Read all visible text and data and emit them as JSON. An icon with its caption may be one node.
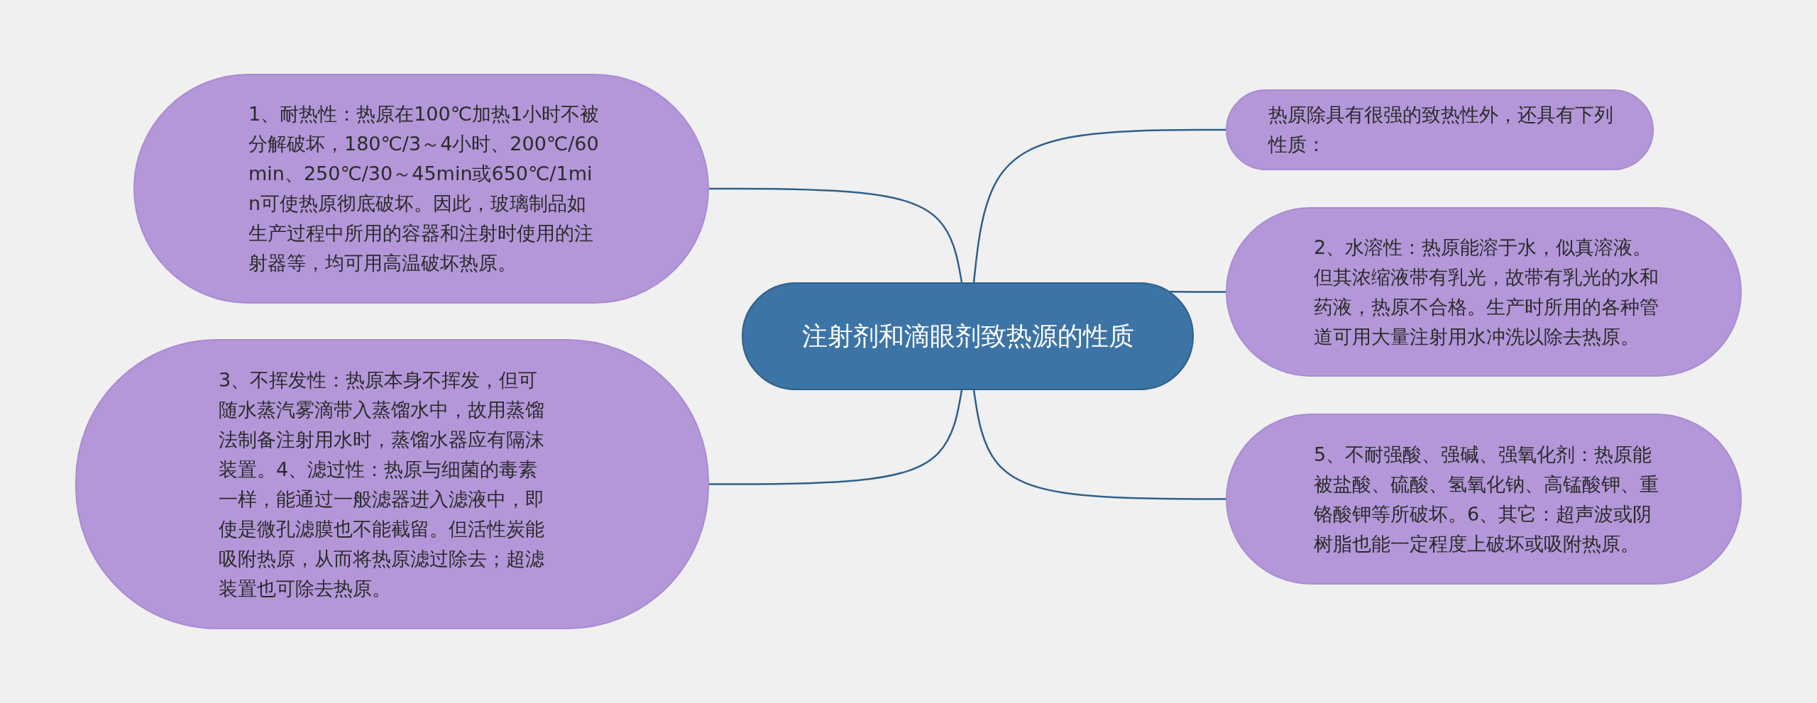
{
  "diagram": {
    "nodes": [
      {
        "text": [
          "注射剂和滴眼剂致热源的性质"
        ]
      },
      {
        "text": [
          "1、耐热性：热原在100℃加热1小时不被分解破坏，180℃/3～4小时、200℃/60min、250℃/30～45min或650℃/1min可使热原彻底破坏。因此，玻璃制品如生产过程中所用的容器和注射时使用的注射器等，均可用高温破坏热原。"
        ]
      },
      {
        "text": [
          "热原除具有很强的致热性外，还具有下列性质："
        ]
      },
      {
        "text": [
          "2、水溶性：热原能溶于水，似真溶液。但其浓缩液带有乳光，故带有乳光的水和药液，热原不合格。生产时所用的各种管道可用大量注射用水冲洗以除去热原。"
        ]
      },
      {
        "text": [
          "3、不挥发性：热原本身不挥发，但可随水蒸汽雾滴带入蒸馏水中，故用蒸馏法制备注射用水时，蒸馏水器应有隔沫装置。4、滤过性：热原与细菌的毒素一样，能通过一般滤器进入滤液中，即使是微孔滤膜也不能截留。但活性炭能吸附热原，从而将热原滤过除去；超滤装置也可除去热原。"
        ]
      },
      {
        "text": [
          "5、不耐强酸、强碱、强氧化剂：热原能被盐酸、硫酸、氢氧化钠、高锰酸钾、重铬酸钾等所破坏。6、其它：超声波或阴树脂也能一定程度上破坏或吸附热原。"
        ]
      }
    ],
    "edges": [
      {
        "from": 0,
        "to": 1,
        "arrow": "none"
      },
      {
        "from": 0,
        "to": 2,
        "arrow": "none"
      },
      {
        "from": 0,
        "to": 3,
        "arrow": "none"
      },
      {
        "from": 0,
        "to": 4,
        "arrow": "none"
      },
      {
        "from": 0,
        "to": 5,
        "arrow": "none"
      }
    ]
  }
}
